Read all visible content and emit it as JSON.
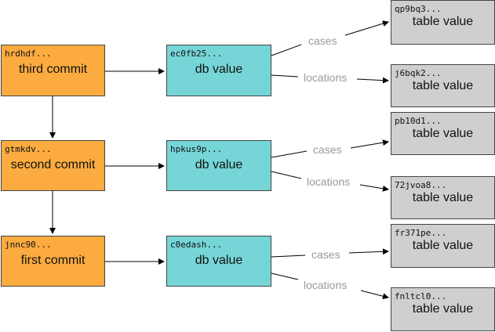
{
  "commits": [
    {
      "hash": "hrdhdf...",
      "label": "third commit"
    },
    {
      "hash": "gtmkdv...",
      "label": "second commit"
    },
    {
      "hash": "jnnc90...",
      "label": "first commit"
    }
  ],
  "db_values": [
    {
      "hash": "ec0fb25...",
      "label": "db value"
    },
    {
      "hash": "hpkus9p...",
      "label": "db value"
    },
    {
      "hash": "c0edash...",
      "label": "db value"
    }
  ],
  "table_values": [
    {
      "hash": "qp9bq3...",
      "label": "table value"
    },
    {
      "hash": "j6bqk2...",
      "label": "table value"
    },
    {
      "hash": "pb10d1...",
      "label": "table value"
    },
    {
      "hash": "72jvoa8...",
      "label": "table value"
    },
    {
      "hash": "fr371pe...",
      "label": "table value"
    },
    {
      "hash": "fnltcl0...",
      "label": "table value"
    }
  ],
  "edge_labels": [
    "cases",
    "locations",
    "cases",
    "locations",
    "cases",
    "locations"
  ],
  "colors": {
    "commit": "#fbab3f",
    "db": "#76d5d7",
    "table": "#cfcfcf",
    "edge_label": "#9a9a9a"
  }
}
